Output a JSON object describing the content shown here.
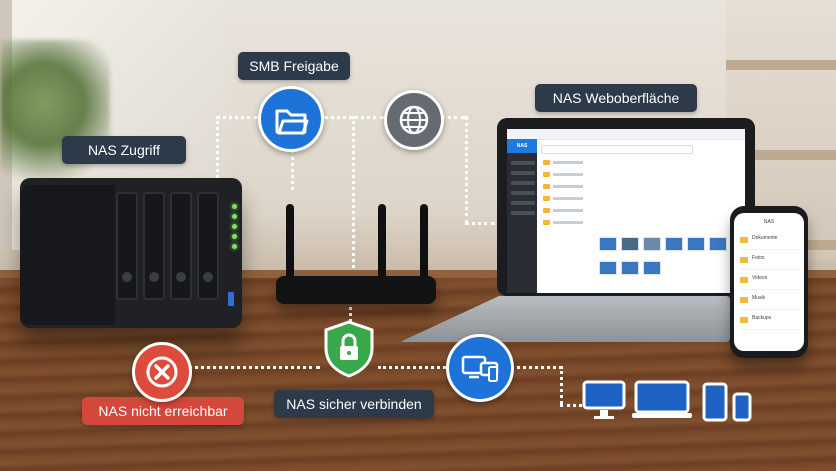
{
  "labels": {
    "smb": "SMB Freigabe",
    "nas_access": "NAS Zugriff",
    "web_ui": "NAS Weboberfläche",
    "secure": "NAS sicher verbinden",
    "unreachable": "NAS nicht erreichbar"
  },
  "laptop_ui": {
    "brand": "NAS"
  },
  "phone_ui": {
    "title": "NAS",
    "items": [
      {
        "name": "Dokumente"
      },
      {
        "name": "Fotos"
      },
      {
        "name": "Videos"
      },
      {
        "name": "Musik"
      },
      {
        "name": "Backups"
      }
    ]
  },
  "icons": {
    "smb": "folder-icon",
    "web": "globe-icon",
    "secure": "shield-lock-icon",
    "error": "close-x-icon",
    "devices": "multi-device-icon"
  },
  "colors": {
    "badge": "#2c3a49",
    "error": "#d4473b",
    "accent": "#1e73d9",
    "secure": "#39a84a"
  }
}
